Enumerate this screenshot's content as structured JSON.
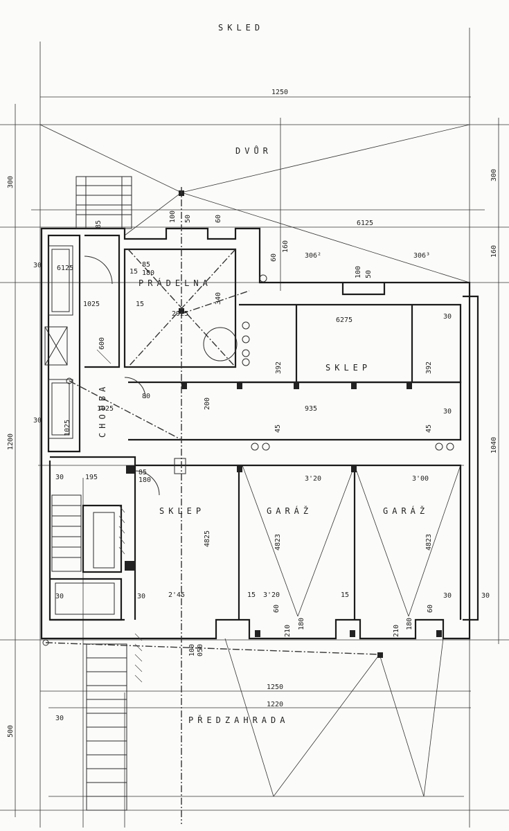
{
  "labels": {
    "title_top": "SKLED",
    "yard": "DVŮR",
    "laundry": "PRÁDELNA",
    "cellar_right": "SKLEP",
    "corridor": "CHODBA",
    "cellar_left": "SKLEP",
    "garage_1": "GARÁŽ",
    "garage_2": "GARÁŽ",
    "front_garden": "PŘEDZAHRADA"
  },
  "dimensions": {
    "top_width": "1250",
    "yard_depth": "300",
    "yard_depth_right": "300",
    "left_total": "1200",
    "right_total": "1040",
    "front_depth": "500",
    "bottom_width_1": "1250",
    "bottom_width_2": "1220",
    "d_160_left": "160",
    "d_160_right": "160",
    "d_6125": "6125",
    "d_3062": "306²",
    "d_3063": "306³",
    "d_2925": "2925",
    "d_6275": "6275",
    "d_1025": "1025",
    "d_1025b": "1025",
    "d_6125b": "6125",
    "d_935": "935",
    "d_392": "392",
    "d_392b": "392",
    "d_200": "200",
    "d_320": "3'20",
    "d_300": "3'00",
    "d_320b": "3'20",
    "d_4825": "4825",
    "d_4823": "4823",
    "d_4823b": "4823",
    "d_245": "2'45",
    "d_195": "195",
    "d_30a": "30",
    "d_30b": "30",
    "d_30c": "30",
    "d_30d": "30",
    "d_30e": "30",
    "d_30f": "30",
    "d_30g": "30",
    "d_30h": "30",
    "d_30i": "30",
    "d_15a": "15",
    "d_15b": "15",
    "d_15c": "15",
    "d_15d": "15",
    "d_45a": "45",
    "d_45b": "45",
    "d_60a": "60",
    "d_60b": "60",
    "d_60c": "60",
    "d_60d": "60",
    "d_100a": "100",
    "d_100b": "100",
    "d_100c": "100",
    "d_50a": "50",
    "d_50b": "50",
    "d_50c": "050",
    "d_85": "85",
    "d_180": "180",
    "d_85b": "85",
    "d_180b": "180",
    "d_210a": "210",
    "d_180c": "180",
    "d_210b": "210",
    "d_180d": "180",
    "d_340": "340",
    "d_600": "600",
    "d_80": "80",
    "d_85c": "85",
    "d_1025c": "1025"
  },
  "colors": {
    "ink": "#1b1b1b",
    "paper": "#fbfbf9"
  }
}
